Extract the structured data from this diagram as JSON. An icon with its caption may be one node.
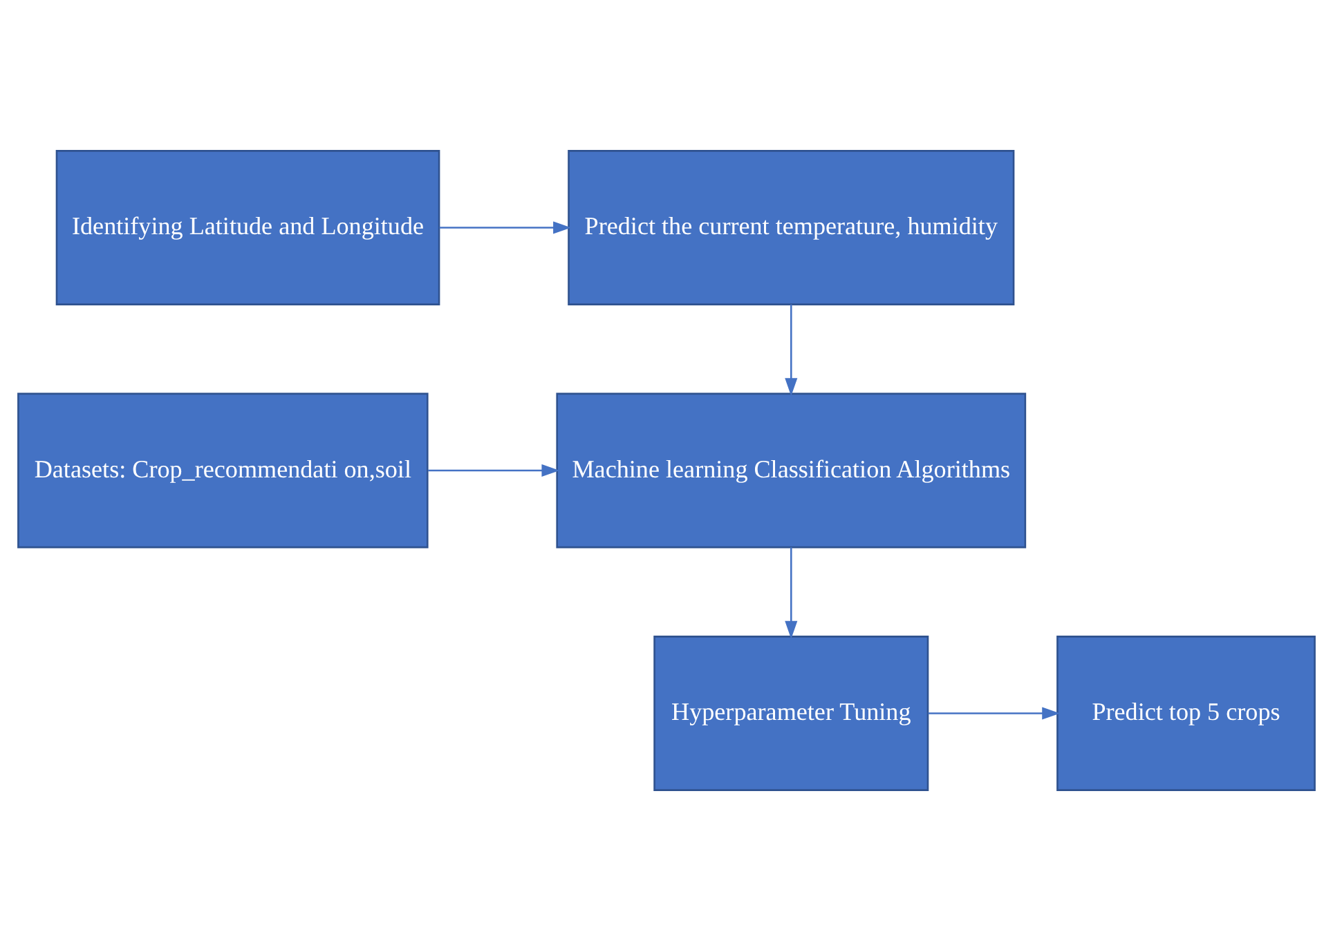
{
  "diagram": {
    "nodes": [
      {
        "text": [
          "Identifying Latitude and Longitude"
        ]
      },
      {
        "text": [
          "Predict the current temperature, humidity"
        ]
      },
      {
        "text": [
          "Datasets: Crop_recommendati on,soil"
        ]
      },
      {
        "text": [
          "Machine learning Classification Algorithms"
        ]
      },
      {
        "text": [
          "Predict top 5 crops"
        ]
      },
      {
        "text": [
          "Hyperparameter Tuning"
        ]
      }
    ],
    "edges": [
      {
        "from": 0,
        "to": 1,
        "arrow": "to"
      },
      {
        "from": 1,
        "to": 3,
        "arrow": "to"
      },
      {
        "from": 2,
        "to": 3,
        "arrow": "to"
      },
      {
        "from": 3,
        "to": 5,
        "arrow": "to"
      },
      {
        "from": 5,
        "to": 4,
        "arrow": "to"
      }
    ]
  }
}
